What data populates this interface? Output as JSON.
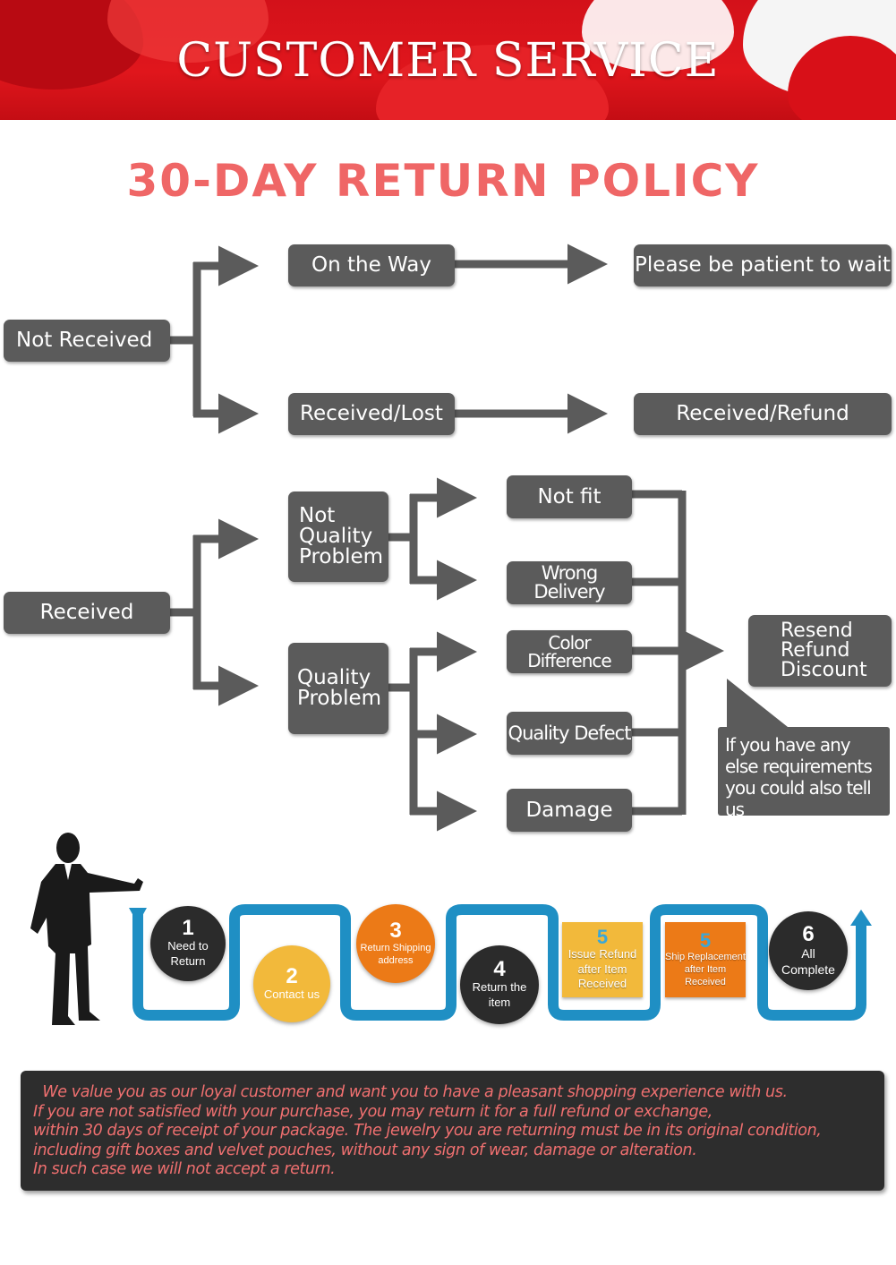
{
  "banner": {
    "title": "CUSTOMER  SERVICE"
  },
  "policy_title": "30-DAY  RETURN POLICY",
  "flow": {
    "not_received": {
      "root": "Not Received",
      "on_the_way": "On the Way",
      "wait": "Please be patient to wait",
      "received_lost": "Received/Lost",
      "received_refund": "Received/Refund"
    },
    "received": {
      "root": "Received",
      "not_quality_problem": "Not\nQuality\nProblem",
      "quality_problem": "Quality\nProblem",
      "not_fit": "Not fit",
      "wrong_delivery": "Wrong Delivery",
      "color_difference": "Color Difference",
      "quality_defect": "Quality Defect",
      "damage": "Damage",
      "outcome": "Resend\nRefund\nDiscount",
      "note": "If you have any else requirements you could also tell us"
    }
  },
  "process_steps": [
    {
      "num": "1",
      "label": "Need to\nReturn",
      "color": "#2b2b2b"
    },
    {
      "num": "2",
      "label": "Contact us",
      "color": "#f2b93b"
    },
    {
      "num": "3",
      "label": "Return Shipping\naddress",
      "color": "#ec7a17"
    },
    {
      "num": "4",
      "label": "Return the\nitem",
      "color": "#2b2b2b"
    },
    {
      "num": "5",
      "label": "Issue Refund\nafter Item\nReceived",
      "color": "#f2b93b"
    },
    {
      "num": "5",
      "label": "Ship Replacement\nafter Item\nReceived",
      "color": "#ec7a17"
    },
    {
      "num": "6",
      "label": "All\nComplete",
      "color": "#2b2b2b"
    }
  ],
  "message_lines": [
    "  We value you as our loyal customer and want you to have a pleasant shopping experience with us.",
    "If you are not satisfied with your purchase, you may return it for a full refund or exchange,",
    "within 30 days of receipt of your package. The jewelry you are returning must be in its original condition,",
    "including gift boxes and velvet pouches, without any sign of wear, damage or alteration.",
    "In such case we will not accept a return."
  ],
  "colors": {
    "banner_red": "#d3111a",
    "title_pink": "#ef6666",
    "box_gray": "#5b5b5b",
    "strip_blue": "#1f8fc4",
    "message_bg": "#2d2d2d",
    "message_text": "#f07070"
  }
}
